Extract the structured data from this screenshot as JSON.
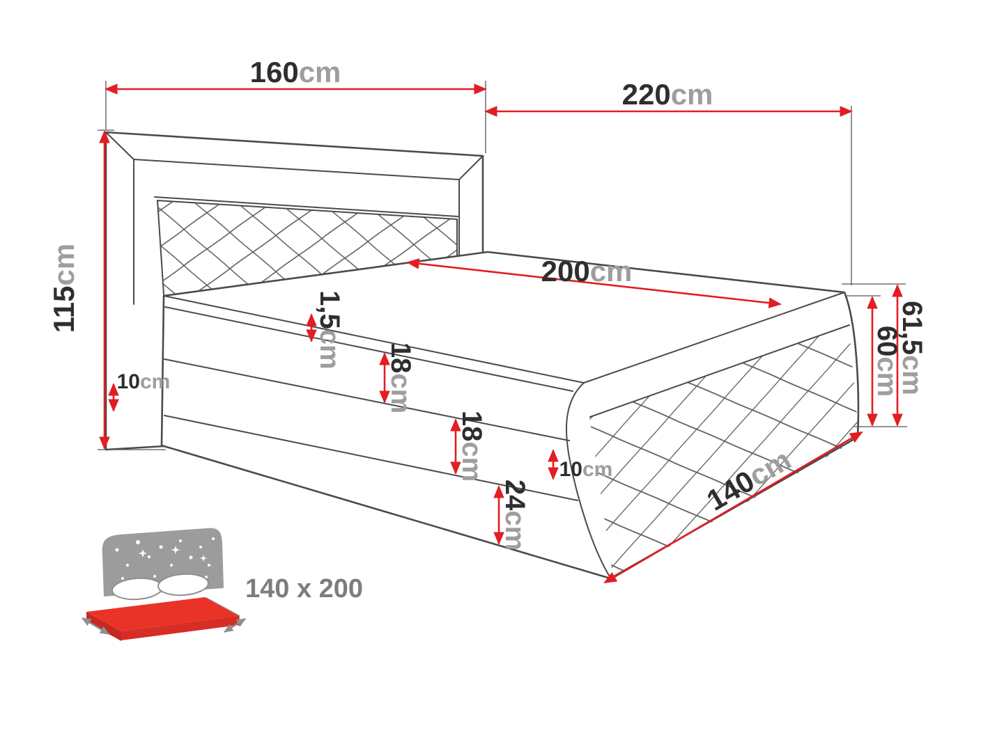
{
  "diagram": {
    "title": "Boxspring bed dimension drawing",
    "bed_size": "140 x 200"
  },
  "labels": {
    "headboard_width": {
      "num": "160",
      "unit": "cm"
    },
    "total_length": {
      "num": "220",
      "unit": "cm"
    },
    "headboard_height": {
      "num": "115",
      "unit": "cm"
    },
    "mattress_length": {
      "num": "200",
      "unit": "cm"
    },
    "topper": {
      "num": "1,5",
      "unit": "cm"
    },
    "mattress_h": {
      "num": "18",
      "unit": "cm"
    },
    "box_h": {
      "num": "18",
      "unit": "cm"
    },
    "base_h": {
      "num": "24",
      "unit": "cm"
    },
    "left_plinth": {
      "num": "10",
      "unit": "cm"
    },
    "right_plinth": {
      "num": "10",
      "unit": "cm"
    },
    "side_h": {
      "num": "60",
      "unit": "cm"
    },
    "side_h_total": {
      "num": "61,5",
      "unit": "cm"
    },
    "bed_width": {
      "num": "140",
      "unit": "cm"
    }
  },
  "icon_label": "140 x 200",
  "colors": {
    "dimension_red": "#e21d23",
    "line_gray": "#4a4a4a",
    "number_text": "#2e2e2e",
    "unit_text": "#9e9e9e",
    "icon_gray": "#9c9c9c",
    "icon_red": "#ea3328"
  }
}
